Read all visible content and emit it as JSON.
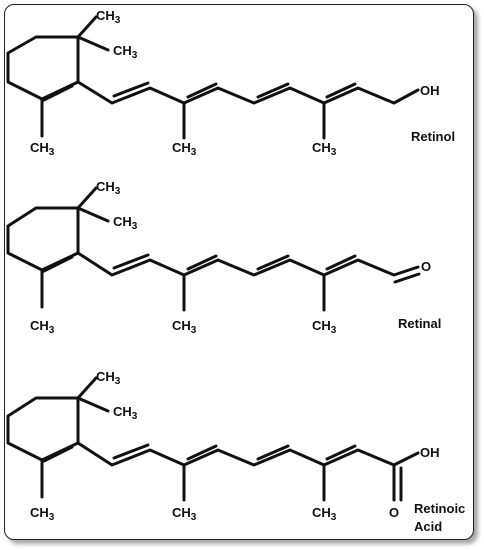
{
  "figure": {
    "molecules": [
      {
        "name": "Retinol",
        "end_group": "OH"
      },
      {
        "name": "Retinal",
        "end_group": "O"
      },
      {
        "name_line1": "Retinoic",
        "name_line2": "Acid",
        "end_group_oh": "OH",
        "end_group_o": "O"
      }
    ],
    "methyl": {
      "main": "CH",
      "sub": "3"
    }
  }
}
